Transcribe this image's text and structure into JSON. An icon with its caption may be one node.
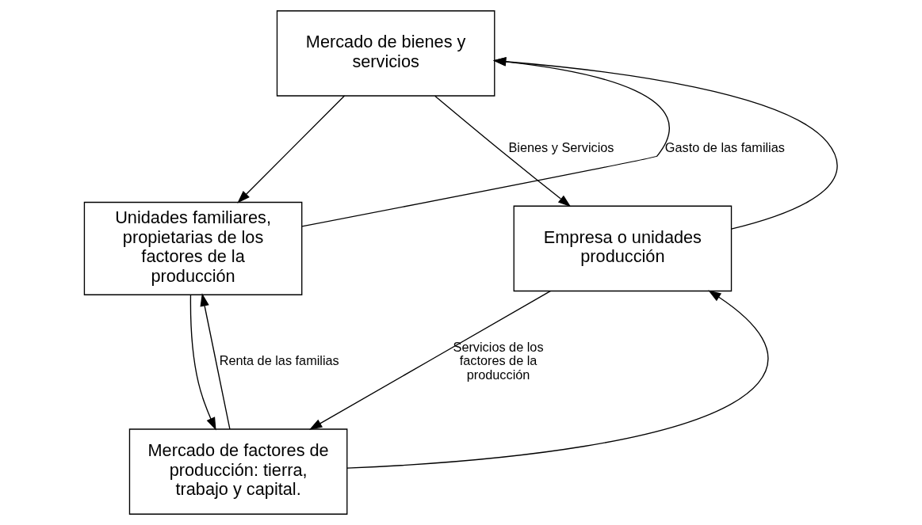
{
  "diagram": {
    "nodes": [
      {
        "text": [
          "Mercado de bienes y servicios"
        ]
      },
      {
        "text": [
          "Unidades familiares, propietarias de los factores de la producción"
        ]
      },
      {
        "text": [
          "Empresa o unidades producción"
        ]
      },
      {
        "text": [
          "Mercado de factores de producción: tierra, trabajo y capital."
        ]
      }
    ],
    "edges": [
      {
        "from": 0,
        "to": 1,
        "arrow": "to"
      },
      {
        "from": 1,
        "to": 0,
        "arrow": "to",
        "label": "Gasto de las familias"
      },
      {
        "from": 0,
        "to": 2,
        "arrow": "to",
        "label": "Bienes y Servicios"
      },
      {
        "from": 2,
        "to": 0,
        "arrow": "to"
      },
      {
        "from": 1,
        "to": 3,
        "arrow": "to"
      },
      {
        "from": 3,
        "to": 1,
        "arrow": "to",
        "label": "Renta de las familias"
      },
      {
        "from": 3,
        "to": 2,
        "arrow": "to"
      },
      {
        "from": 2,
        "to": 3,
        "arrow": "to",
        "label": "Servicios de los factores de la producción"
      }
    ]
  }
}
